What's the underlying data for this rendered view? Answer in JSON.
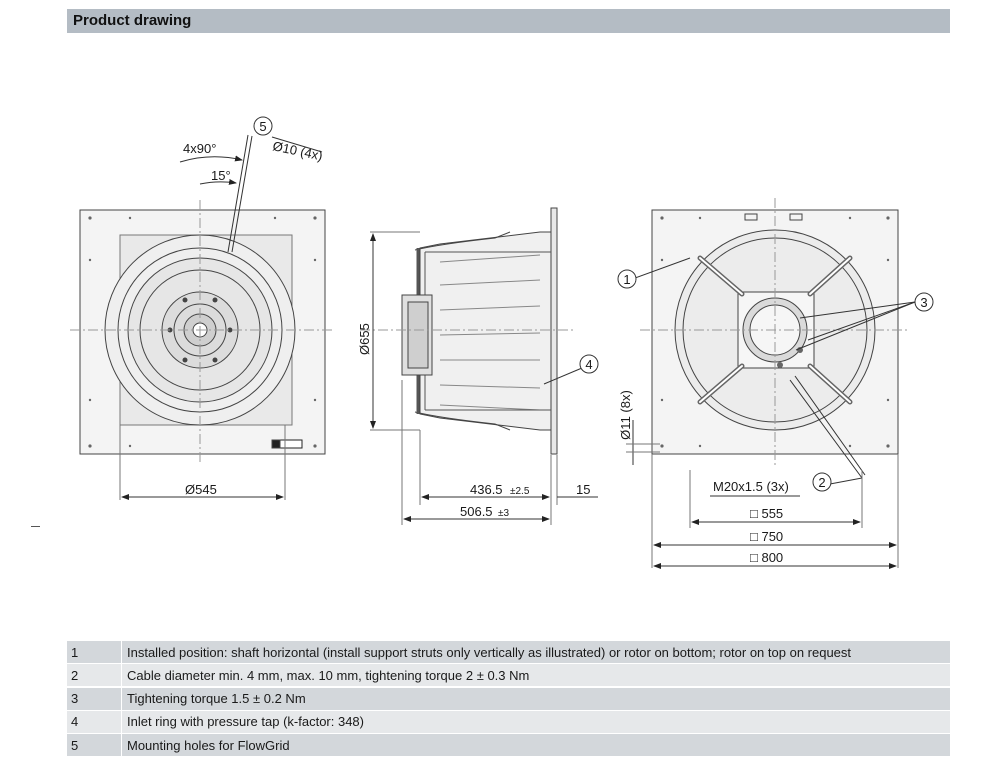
{
  "header": {
    "title": "Product drawing"
  },
  "drawing": {
    "front_view": {
      "angle_label": "4x90°",
      "angle_small_label": "15°",
      "hole_label": "Ø10 (4x)",
      "callout": "5",
      "dim_diameter": "Ø545"
    },
    "side_view": {
      "dim_height": "Ø655",
      "dim_depth": "436.5",
      "dim_depth_tol": "±2.5",
      "dim_flange": "15",
      "dim_total": "506.5",
      "dim_total_tol": "±3",
      "callout": "4"
    },
    "rear_view": {
      "callout_1": "1",
      "callout_2": "2",
      "callout_3": "3",
      "hole_label": "Ø11 (8x)",
      "thread_label": "M20x1.5 (3x)",
      "dim_555": "□ 555",
      "dim_750": "□ 750",
      "dim_800": "□ 800"
    }
  },
  "notes": [
    {
      "num": "1",
      "text": "Installed position: shaft horizontal (install support struts only vertically as illustrated) or rotor on bottom; rotor on top on request"
    },
    {
      "num": "2",
      "text": "Cable diameter min. 4 mm, max. 10 mm, tightening torque 2 ± 0.3 Nm"
    },
    {
      "num": "3",
      "text": "Tightening torque 1.5 ± 0.2 Nm"
    },
    {
      "num": "4",
      "text": "Inlet ring with pressure tap (k-factor: 348)"
    },
    {
      "num": "5",
      "text": "Mounting holes for FlowGrid"
    }
  ]
}
